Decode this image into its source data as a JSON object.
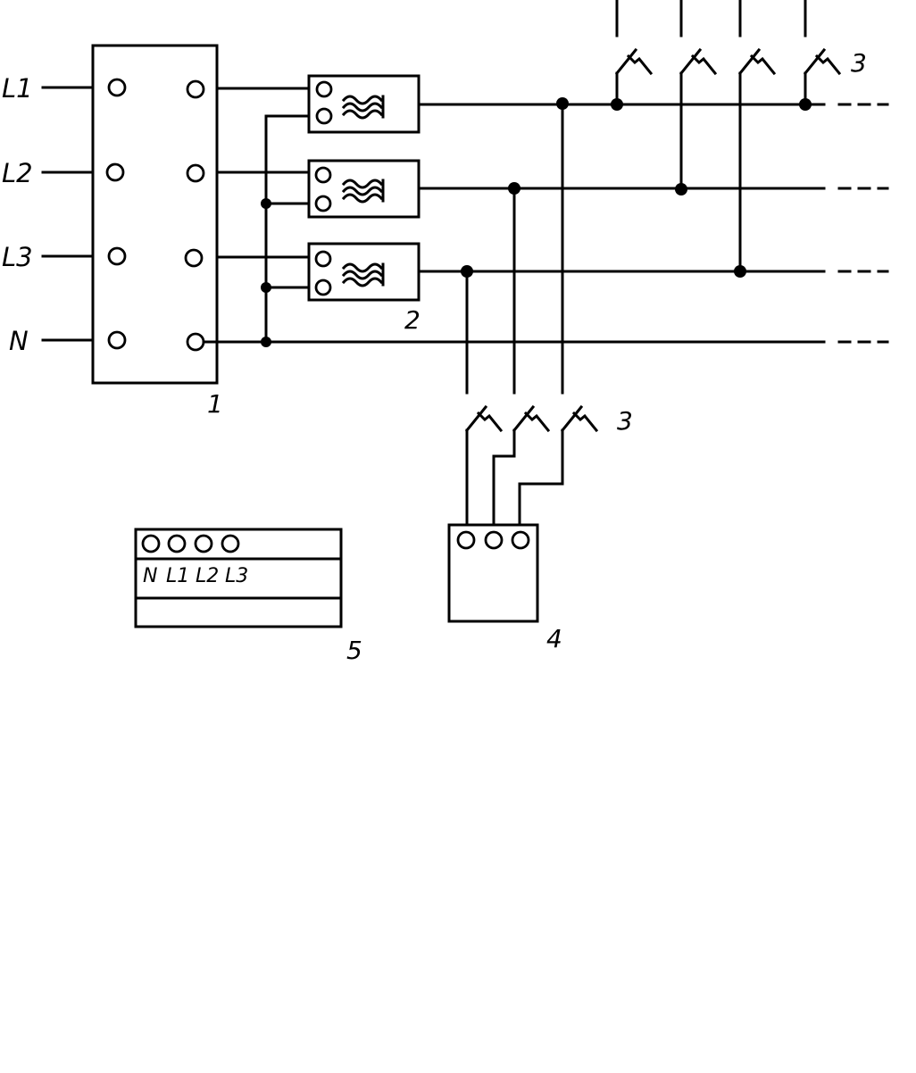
{
  "supply_lines": [
    "L1",
    "L2",
    "L3",
    "N"
  ],
  "terminal_labels": [
    "N",
    "L1",
    "L2",
    "L3"
  ],
  "callouts": {
    "main_terminal_block": "1",
    "surge_protectors": "2",
    "breakers_upper": "3",
    "breakers_lower": "3",
    "socket": "4",
    "terminal_strip": "5"
  },
  "icons": {
    "surge_symbol": "surge-protector-icon",
    "breaker_symbol": "circuit-breaker-icon",
    "junction": "junction-dot-icon"
  }
}
